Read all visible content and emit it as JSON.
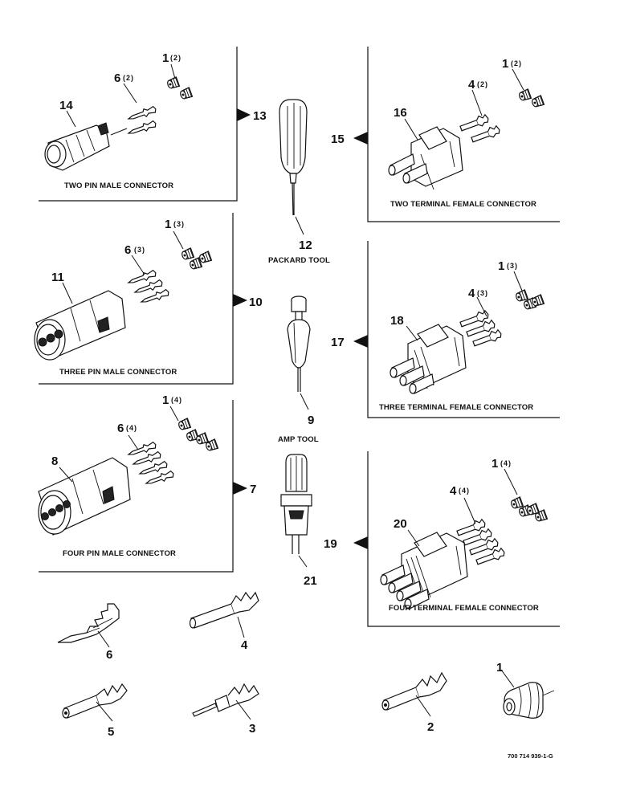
{
  "panels": {
    "two_pin_male": {
      "caption": "TWO PIN MALE CONNECTOR",
      "pointer": "13",
      "connector_callout": "14",
      "terminal_callout": "6",
      "terminal_qty": "(2)",
      "seal_callout": "1",
      "seal_qty": "(2)"
    },
    "three_pin_male": {
      "caption": "THREE PIN MALE CONNECTOR",
      "pointer": "10",
      "connector_callout": "11",
      "terminal_callout": "6",
      "terminal_qty": "(3)",
      "seal_callout": "1",
      "seal_qty": "(3)"
    },
    "four_pin_male": {
      "caption": "FOUR PIN MALE CONNECTOR",
      "pointer": "7",
      "connector_callout": "8",
      "terminal_callout": "6",
      "terminal_qty": "(4)",
      "seal_callout": "1",
      "seal_qty": "(4)"
    },
    "two_terminal_female": {
      "caption": "TWO TERMINAL FEMALE CONNECTOR",
      "pointer": "15",
      "connector_callout": "16",
      "terminal_callout": "4",
      "terminal_qty": "(2)",
      "seal_callout": "1",
      "seal_qty": "(2)"
    },
    "three_terminal_female": {
      "caption": "THREE TERMINAL FEMALE CONNECTOR",
      "pointer": "17",
      "connector_callout": "18",
      "terminal_callout": "4",
      "terminal_qty": "(3)",
      "seal_callout": "1",
      "seal_qty": "(3)"
    },
    "four_terminal_female": {
      "caption": "FOUR TERMINAL FEMALE CONNECTOR",
      "pointer": "19",
      "connector_callout": "20",
      "terminal_callout": "4",
      "terminal_qty": "(4)",
      "seal_callout": "1",
      "seal_qty": "(4)"
    }
  },
  "tools": {
    "packard": {
      "callout": "12",
      "label": "PACKARD TOOL"
    },
    "amp": {
      "callout": "9",
      "label": "AMP TOOL"
    },
    "extractor": {
      "callout": "21"
    }
  },
  "parts": {
    "male_terminal": "6",
    "female_terminal": "4",
    "terminal_5": "5",
    "terminal_3": "3",
    "terminal_2": "2",
    "seal": "1"
  },
  "reference_number": "700 714 939-1-G"
}
